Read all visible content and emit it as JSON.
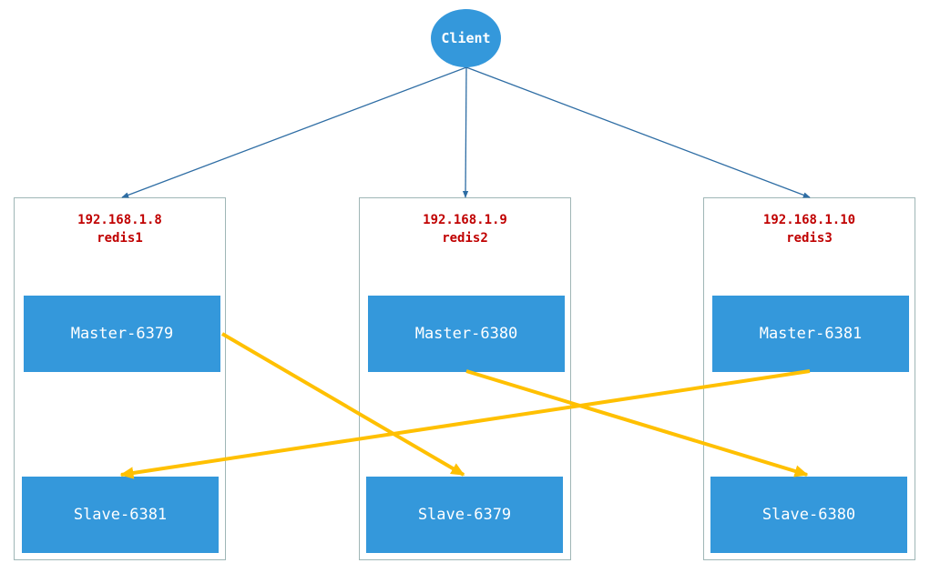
{
  "client": {
    "label": "Client"
  },
  "servers": [
    {
      "ip": "192.168.1.8",
      "name": "redis1",
      "master": "Master-6379",
      "slave": "Slave-6381"
    },
    {
      "ip": "192.168.1.9",
      "name": "redis2",
      "master": "Master-6380",
      "slave": "Slave-6379"
    },
    {
      "ip": "192.168.1.10",
      "name": "redis3",
      "master": "Master-6381",
      "slave": "Slave-6380"
    }
  ],
  "colors": {
    "node_fill": "#3498db",
    "server_border": "#9fb6b6",
    "label_red": "#c00000",
    "client_arrow": "#2e6da4",
    "replication_arrow": "#ffc000"
  }
}
